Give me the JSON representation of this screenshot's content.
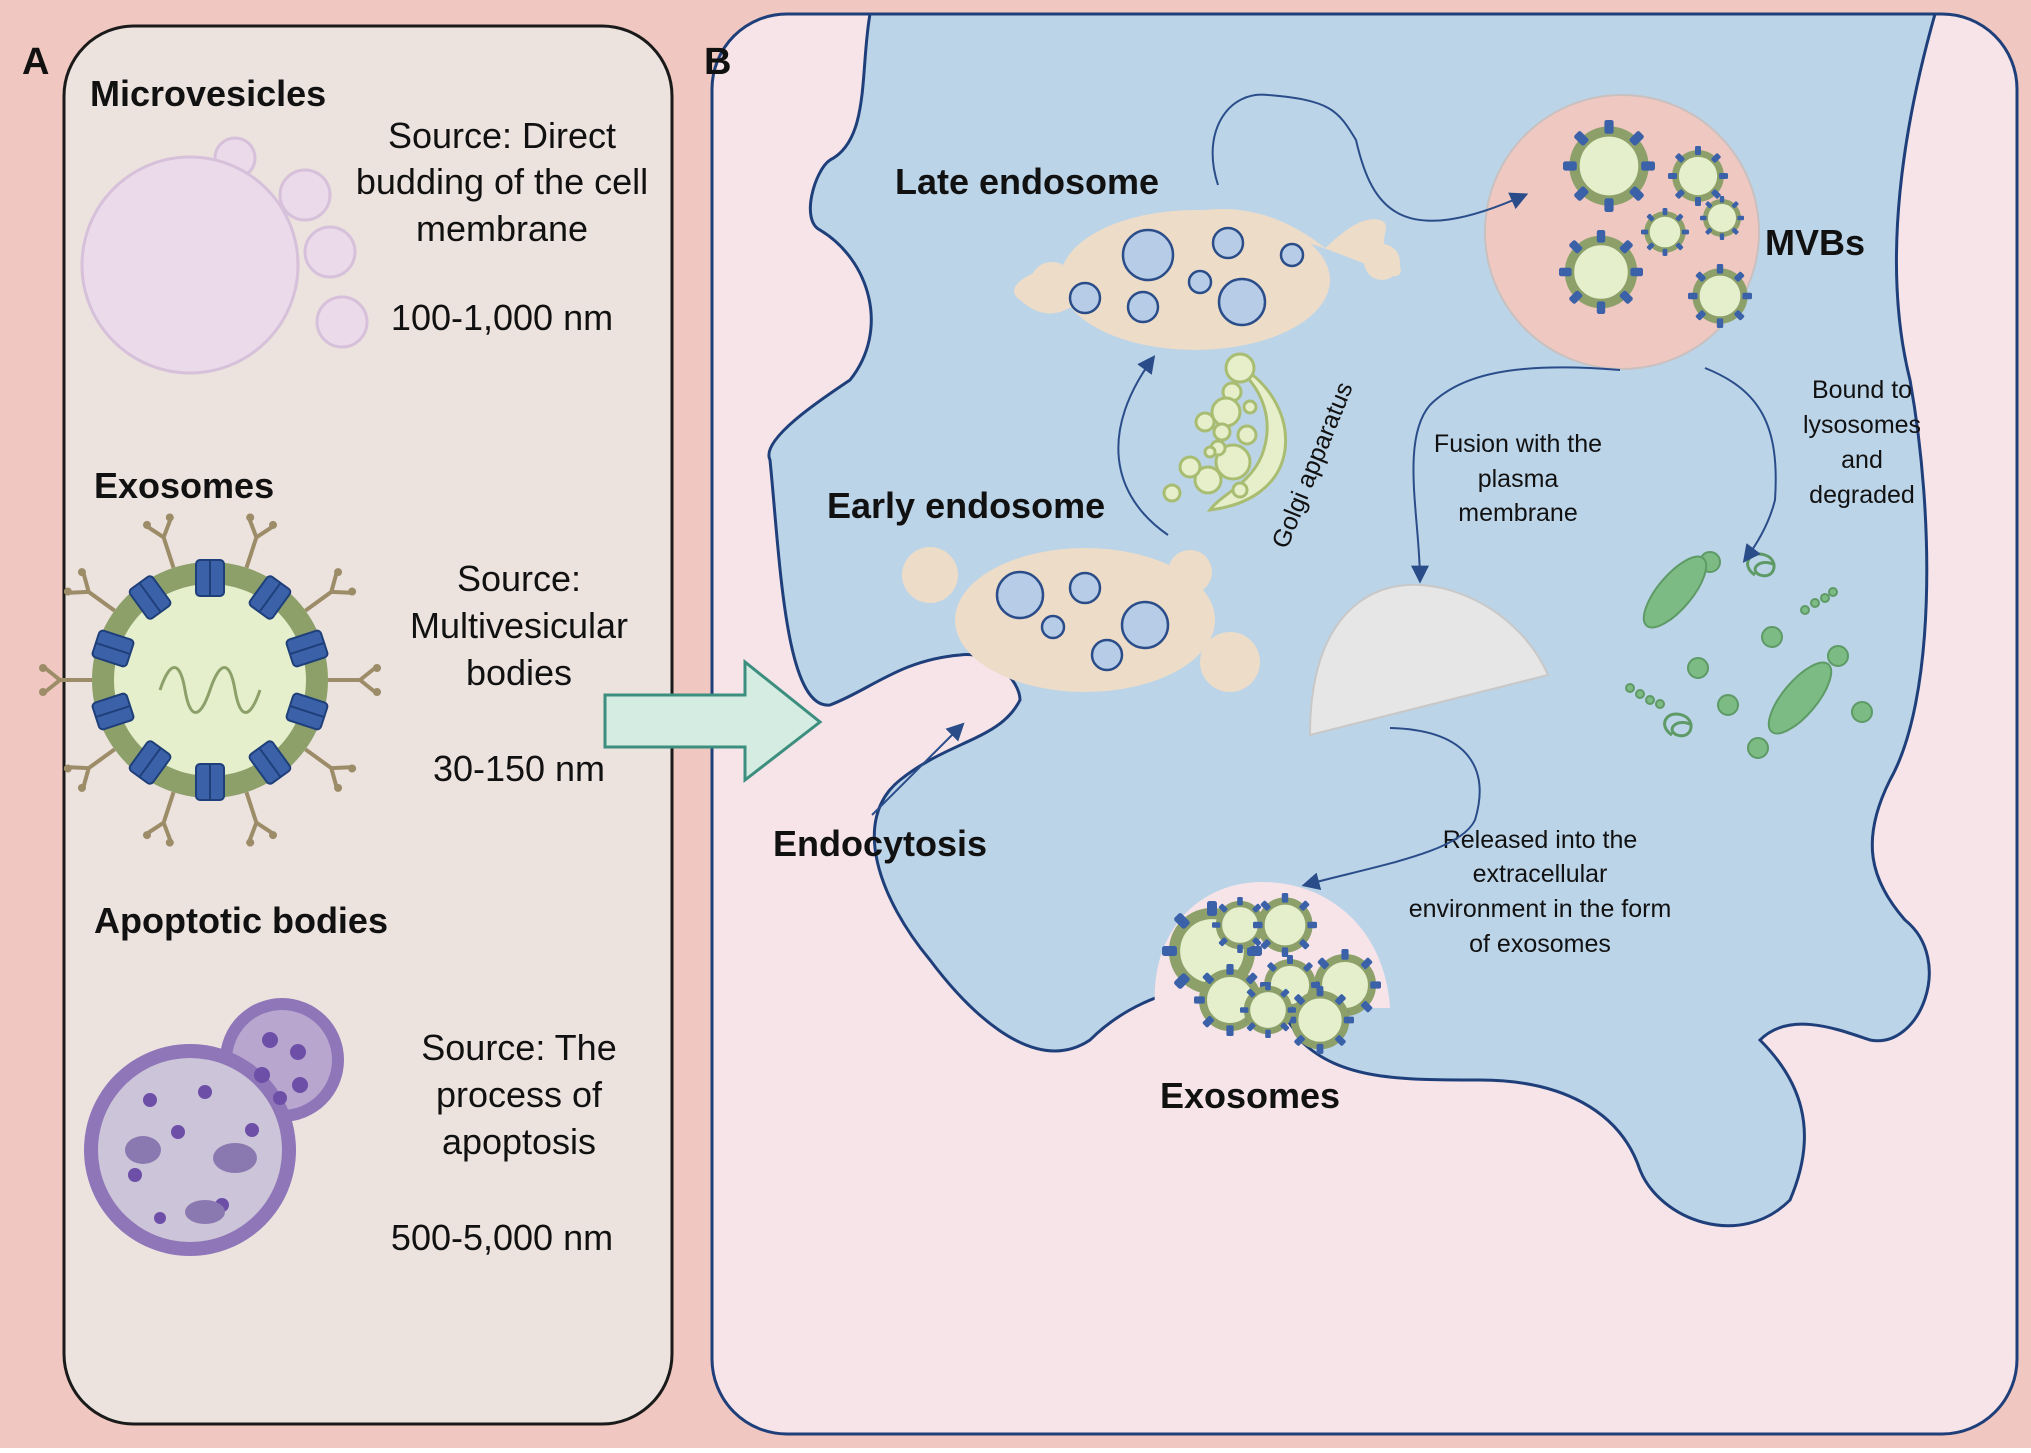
{
  "colors": {
    "background": "#f1c8c1",
    "panel_a_fill": "#ece2de",
    "cell_cytoplasm": "#bcd4e8",
    "cell_outline": "#1f3f7a",
    "arrow": "#2a4d8a",
    "endosome": "#ecdcc8",
    "vesicle": "#b7cce6",
    "exosome_core": "#e5efcc",
    "exosome_ring": "#8da06a",
    "protein": "#3b62a8",
    "microvesicle": "#eadaea",
    "apoptotic": "#b9a6cf",
    "organelle_green": "#7dbb84",
    "big_arrow_fill": "#d4ece2",
    "big_arrow_stroke": "#3c8e7e"
  },
  "panel_a": {
    "label": "A",
    "microvesicles": {
      "title": "Microvesicles",
      "source_lines": [
        "Source: Direct",
        "budding of the cell",
        "membrane"
      ],
      "size": "100-1,000 nm"
    },
    "exosomes": {
      "title": "Exosomes",
      "source_lines": [
        "Source:",
        "Multivesicular",
        "bodies"
      ],
      "size": "30-150 nm"
    },
    "apoptotic_bodies": {
      "title": "Apoptotic bodies",
      "source_lines": [
        "Source: The",
        "process of",
        "apoptosis"
      ],
      "size": "500-5,000 nm"
    }
  },
  "panel_b": {
    "label": "B",
    "late_endosome": "Late endosome",
    "early_endosome": "Early endosome",
    "golgi": "Golgi apparatus",
    "mvbs": "MVBs",
    "endocytosis": "Endocytosis",
    "exosomes": "Exosomes",
    "fusion_lines": [
      "Fusion with the",
      "plasma",
      "membrane"
    ],
    "lysosome_lines": [
      "Bound to",
      "lysosomes",
      "and",
      "degraded"
    ],
    "released_lines": [
      "Released into the",
      "extracellular",
      "environment in the form",
      "of exosomes"
    ]
  }
}
